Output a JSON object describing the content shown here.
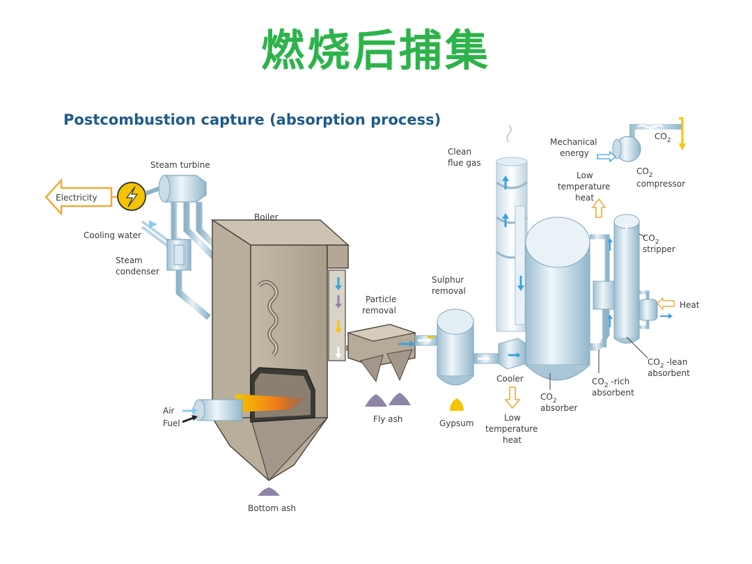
{
  "slide": {
    "title": "燃烧后捕集",
    "title_color": "#2db34a"
  },
  "diagram": {
    "title": "Postcombustion capture (absorption process)",
    "title_color": "#1f5a8a",
    "labels": {
      "steam_turbine": "Steam turbine",
      "electricity": "Electricity",
      "cooling_water": "Cooling water",
      "steam": "Steam",
      "condenser": "condenser",
      "boiler": "Boiler",
      "particle": "Particle",
      "removal": "removal",
      "sulphur": "Sulphur",
      "sulphur_removal": "removal",
      "clean": "Clean",
      "flue_gas": "flue gas",
      "mechanical": "Mechanical",
      "energy": "energy",
      "co2_top": "CO",
      "co2_top_sub": "2",
      "co2_comp": "CO",
      "co2_comp_sub": "2",
      "compressor": "compressor",
      "low1": "Low",
      "temperature1": "temperature",
      "heat1": "heat",
      "co2_strip": "CO",
      "co2_strip_sub": "2",
      "stripper": "stripper",
      "heat_right": "Heat",
      "co2_lean": "CO",
      "co2_lean_sub": "2",
      "lean": " -lean",
      "absorbent_lean": "absorbent",
      "co2_rich": "CO",
      "co2_rich_sub": "2",
      "rich": " -rich",
      "absorbent_rich": "absorbent",
      "co2_abs": "CO",
      "co2_abs_sub": "2",
      "absorber": "absorber",
      "cooler": "Cooler",
      "low2": "Low",
      "temperature2": "temperature",
      "heat2": "heat",
      "gypsum": "Gypsum",
      "fly_ash": "Fly ash",
      "air": "Air",
      "fuel": "Fuel",
      "bottom_ash": "Bottom ash"
    },
    "colors": {
      "pipe": "#b9d4e3",
      "pipe_edge": "#7fa6bd",
      "boiler": "#b6aa98",
      "boiler_dark": "#8e8373",
      "arrow_orange": "#f2a93b",
      "arrow_blue": "#3aa2dc",
      "arrow_yellow": "#f5c400",
      "ash": "#8f86a6",
      "gypsum": "#f5c400",
      "lightning": "#f5c400"
    }
  }
}
